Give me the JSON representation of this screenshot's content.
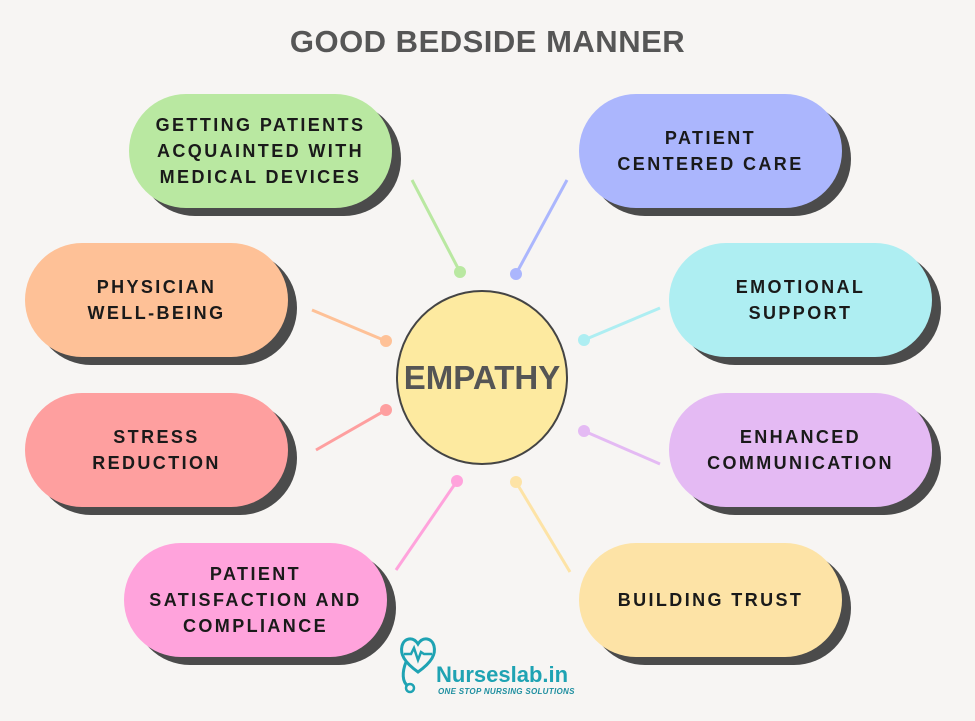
{
  "title": "GOOD BEDSIDE MANNER",
  "center": {
    "label": "EMPATHY",
    "color": "#fdeaa0"
  },
  "nodes": [
    {
      "id": "devices",
      "label": "GETTING PATIENTS\nACQUAINTED WITH\nMEDICAL DEVICES",
      "color": "#b9e8a1",
      "line_color": "#b9e8a1"
    },
    {
      "id": "patient-centered",
      "label": "PATIENT\nCENTERED CARE",
      "color": "#abb6fd",
      "line_color": "#abb6fd"
    },
    {
      "id": "physician",
      "label": "PHYSICIAN\nWELL-BEING",
      "color": "#fec197",
      "line_color": "#fec197"
    },
    {
      "id": "emotional",
      "label": "EMOTIONAL\nSUPPORT",
      "color": "#aeeef2",
      "line_color": "#aeeef2"
    },
    {
      "id": "stress",
      "label": "STRESS\nREDUCTION",
      "color": "#fe9f9f",
      "line_color": "#fe9f9f"
    },
    {
      "id": "communication",
      "label": "ENHANCED\nCOMMUNICATION",
      "color": "#e4baf3",
      "line_color": "#e4baf3"
    },
    {
      "id": "satisfaction",
      "label": "PATIENT\nSATISFACTION AND\nCOMPLIANCE",
      "color": "#ffa3dc",
      "line_color": "#ffa3dc"
    },
    {
      "id": "trust",
      "label": "BUILDING TRUST",
      "color": "#fde3a6",
      "line_color": "#fde3a6"
    }
  ],
  "logo": {
    "name": "Nurseslab.in",
    "tagline": "ONE STOP NURSING SOLUTIONS",
    "icon": "heart-stethoscope-icon",
    "color": "#1fa3b3"
  }
}
